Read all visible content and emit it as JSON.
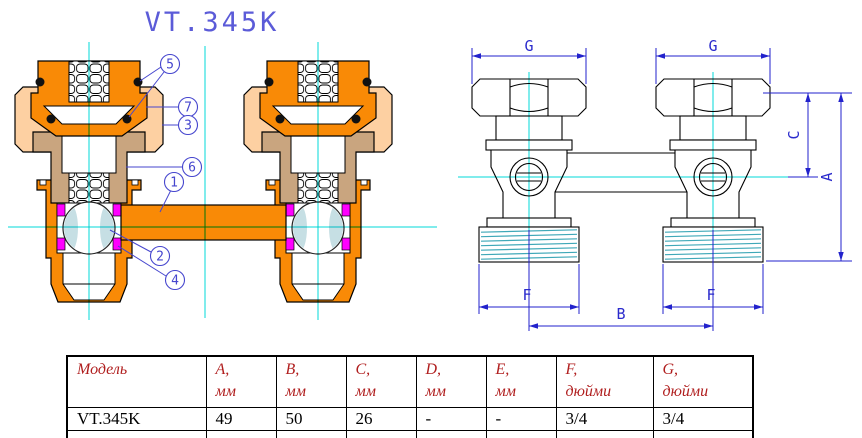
{
  "title": "VT.345K",
  "section_view": {
    "callouts": {
      "c1": "1",
      "c2": "2",
      "c3": "3",
      "c4": "4",
      "c5": "5",
      "c6": "6",
      "c7": "7"
    }
  },
  "dimension_view": {
    "labels": {
      "g": "G",
      "c": "C",
      "a": "A",
      "f": "F",
      "b": "B"
    }
  },
  "table": {
    "headers": [
      {
        "name": "Модель",
        "unit": ""
      },
      {
        "name": "A,",
        "unit": "мм"
      },
      {
        "name": "B,",
        "unit": "мм"
      },
      {
        "name": "C,",
        "unit": "мм"
      },
      {
        "name": "D,",
        "unit": "мм"
      },
      {
        "name": "E,",
        "unit": "мм"
      },
      {
        "name": "F,",
        "unit": "дюйми"
      },
      {
        "name": "G,",
        "unit": "дюйми"
      }
    ],
    "rows": [
      {
        "model": "VT.345K",
        "a": "49",
        "b": "50",
        "c": "26",
        "d": "-",
        "e": "-",
        "f": "3/4",
        "g": "3/4"
      }
    ]
  },
  "colors": {
    "body_orange": "#F98A06",
    "nut_peach": "#FDD0A2",
    "gland_tan": "#C9A57F",
    "seal_magenta": "#FF00FF",
    "ball_shade_blue": "#C6DFE4",
    "thread_teal": "#3FA8B8",
    "centerline_cyan": "#00DADA",
    "dimension_blue": "#2222CC",
    "callout_blue": "#4646CE",
    "title_blue": "#5B5BD8",
    "table_header_red": "#B01E1E",
    "outline_black": "#000000"
  }
}
